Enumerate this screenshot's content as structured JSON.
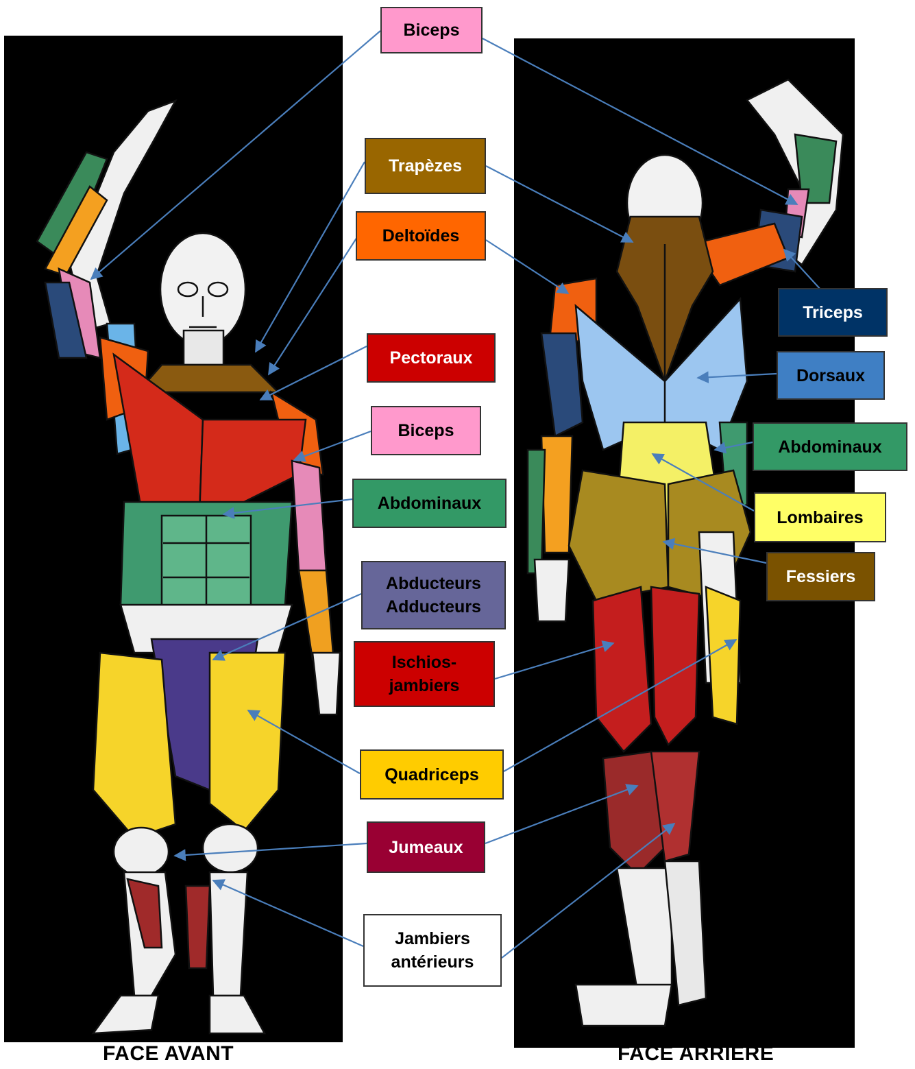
{
  "labels": {
    "biceps_top": "Biceps",
    "trapezes": "Trapèzes",
    "deltoides": "Deltoïdes",
    "pectoraux": "Pectoraux",
    "biceps_front": "Biceps",
    "abdominaux_front": "Abdominaux",
    "abducteurs": "Abducteurs\nAdducteurs",
    "ischios": "Ischios-\njambiers",
    "quadriceps": "Quadriceps",
    "jumeaux": "Jumeaux",
    "jambiers": "Jambiers\nantérieurs",
    "triceps": "Triceps",
    "dorsaux": "Dorsaux",
    "abdominaux_back": "Abdominaux",
    "lombaires": "Lombaires",
    "fessiers": "Fessiers"
  },
  "captions": {
    "front": "FACE AVANT",
    "back": "FACE ARRIERE"
  },
  "colors": {
    "biceps": "#ff99cc",
    "trapezes": "#996600",
    "deltoides": "#ff6600",
    "pectoraux": "#cc0000",
    "abdominaux": "#339966",
    "abducteurs": "#666699",
    "ischios": "#cc0000",
    "quadriceps": "#ffcc00",
    "jumeaux": "#990033",
    "jambiers": "#ffffff",
    "triceps": "#003366",
    "dorsaux": "#3f7fc4",
    "lombaires": "#ffff66",
    "fessiers": "#7a5200",
    "connector": "#4a7ebb"
  }
}
